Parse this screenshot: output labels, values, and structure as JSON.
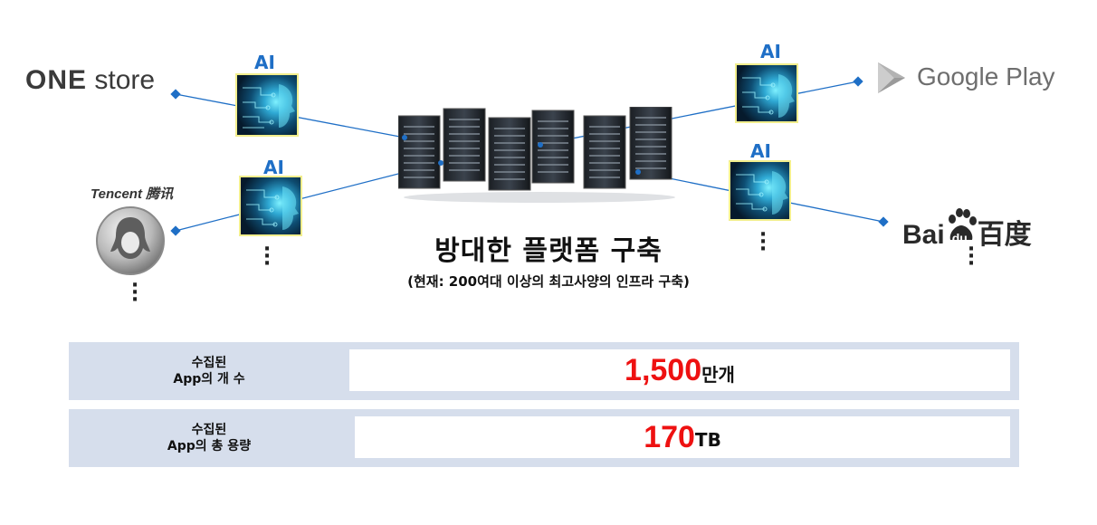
{
  "logos": {
    "onestore": {
      "one": "ONE",
      "store": "store"
    },
    "tencent": {
      "name": "Tencent 腾讯"
    },
    "google_play": {
      "name": "Google Play"
    },
    "baidu": {
      "bai": "Bai",
      "du": "du",
      "cn": "百度"
    }
  },
  "ai_nodes": [
    {
      "label": "AI"
    },
    {
      "label": "AI"
    },
    {
      "label": "AI"
    },
    {
      "label": "AI"
    }
  ],
  "platform": {
    "title": "방대한 플랫폼 구축",
    "subtitle": "(현재: 200여대 이상의 최고사양의 인프라 구축)"
  },
  "stats": [
    {
      "label_line1": "수집된",
      "label_line2": "App의 개 수",
      "value": "1,500",
      "unit": "만개"
    },
    {
      "label_line1": "수집된",
      "label_line2": "App의 총 용량",
      "value": "170",
      "unit": "TB"
    }
  ],
  "colors": {
    "ai_label": "#1f6fc6",
    "connector": "#1f6fc6",
    "stat_value": "#ee1111",
    "stat_background": "#d6deec",
    "ai_border": "#f2ee8c"
  },
  "icons": [
    "play-store-icon",
    "tencent-qq-icon",
    "baidu-paw-icon",
    "server-rack-icon",
    "ai-face-icon"
  ]
}
